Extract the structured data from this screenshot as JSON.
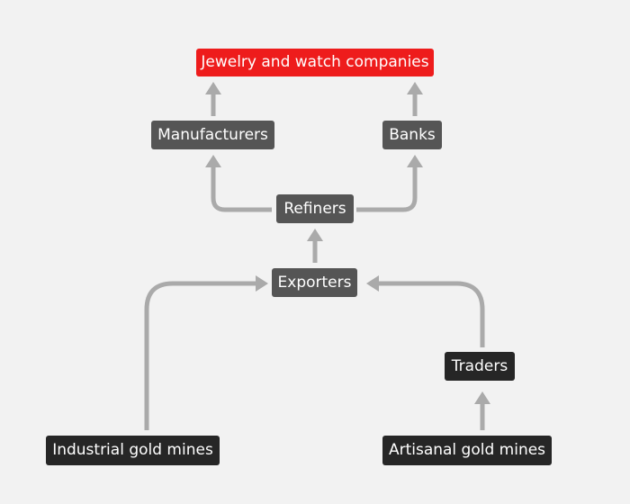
{
  "diagram": {
    "title": "",
    "nodes": {
      "jewelry": "Jewelry and watch companies",
      "manufacturers": "Manufacturers",
      "banks": "Banks",
      "refiners": "Refiners",
      "exporters": "Exporters",
      "traders": "Traders",
      "industrial": "Industrial gold mines",
      "artisanal": "Artisanal gold mines"
    },
    "edges": [
      {
        "from": "industrial",
        "to": "exporters"
      },
      {
        "from": "artisanal",
        "to": "traders"
      },
      {
        "from": "traders",
        "to": "exporters"
      },
      {
        "from": "exporters",
        "to": "refiners"
      },
      {
        "from": "refiners",
        "to": "manufacturers"
      },
      {
        "from": "refiners",
        "to": "banks"
      },
      {
        "from": "manufacturers",
        "to": "jewelry"
      },
      {
        "from": "banks",
        "to": "jewelry"
      }
    ],
    "colors": {
      "background": "#f2f2f2",
      "node_dark": "#262626",
      "node_mid": "#555555",
      "node_accent": "#ee1c1c",
      "arrow": "#aaaaaa",
      "text": "#ffffff"
    }
  }
}
